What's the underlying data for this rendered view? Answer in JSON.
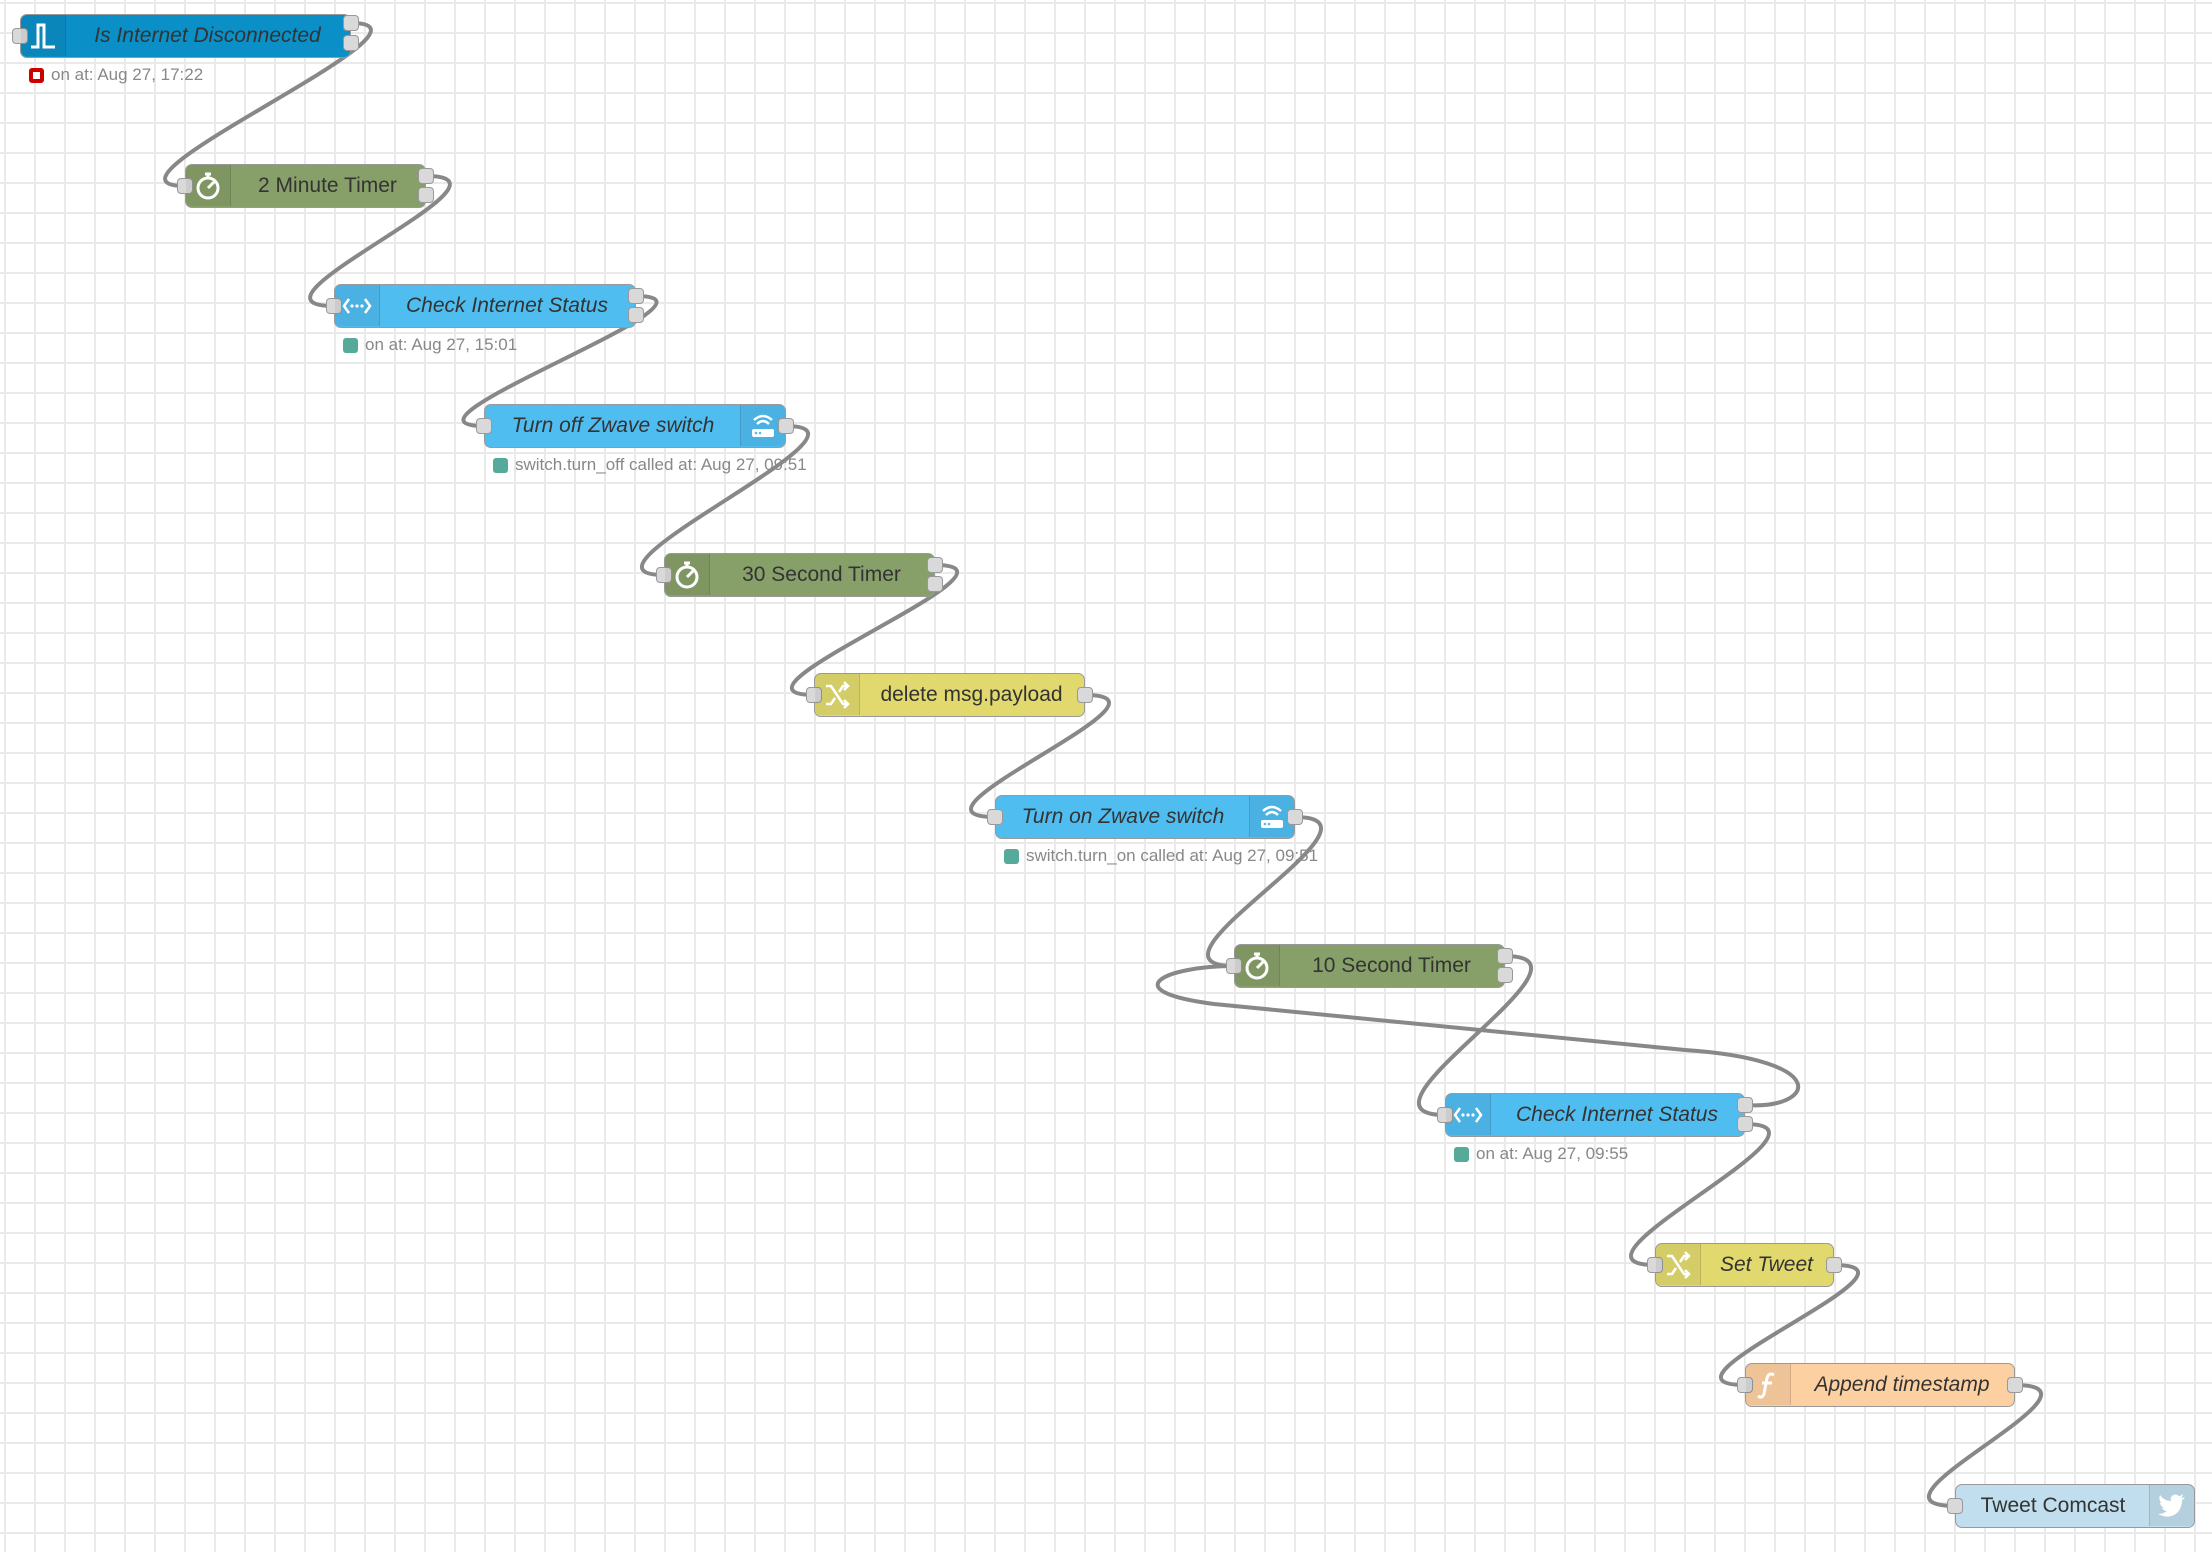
{
  "nodes": [
    {
      "id": "n1",
      "label": "Is Internet Disconnected",
      "icon": "inject-pulse-icon",
      "status": "on at: Aug 27, 17:22",
      "status_color": "red"
    },
    {
      "id": "n2",
      "label": "2 Minute Timer",
      "icon": "timer-icon"
    },
    {
      "id": "n3",
      "label": "Check Internet Status",
      "icon": "api-icon",
      "status": "on at: Aug 27, 15:01",
      "status_color": "green"
    },
    {
      "id": "n4",
      "label": "Turn off Zwave switch",
      "icon": "router-icon",
      "status": "switch.turn_off called at: Aug 27, 09:51",
      "status_color": "green"
    },
    {
      "id": "n5",
      "label": "30 Second Timer",
      "icon": "timer-icon"
    },
    {
      "id": "n6",
      "label": "delete msg.payload",
      "icon": "shuffle-icon"
    },
    {
      "id": "n7",
      "label": "Turn on Zwave switch",
      "icon": "router-icon",
      "status": "switch.turn_on called at: Aug 27, 09:51",
      "status_color": "green"
    },
    {
      "id": "n8",
      "label": "10 Second Timer",
      "icon": "timer-icon"
    },
    {
      "id": "n9",
      "label": "Check Internet Status",
      "icon": "api-icon",
      "status": "on at: Aug 27, 09:55",
      "status_color": "green"
    },
    {
      "id": "n10",
      "label": "Set Tweet",
      "icon": "shuffle-icon"
    },
    {
      "id": "n11",
      "label": "Append timestamp",
      "icon": "function-icon"
    },
    {
      "id": "n12",
      "label": "Tweet Comcast",
      "icon": "twitter-icon"
    }
  ],
  "wires": [
    [
      "n1",
      0,
      "n2"
    ],
    [
      "n2",
      0,
      "n3"
    ],
    [
      "n3",
      0,
      "n4"
    ],
    [
      "n4",
      0,
      "n5"
    ],
    [
      "n5",
      0,
      "n6"
    ],
    [
      "n6",
      0,
      "n7"
    ],
    [
      "n7",
      0,
      "n8"
    ],
    [
      "n8",
      0,
      "n9"
    ],
    [
      "n9",
      0,
      "n8"
    ],
    [
      "n9",
      1,
      "n10"
    ],
    [
      "n10",
      0,
      "n11"
    ],
    [
      "n11",
      0,
      "n12"
    ]
  ],
  "colors": {
    "wire": "#888888",
    "status_green": "#55aa99",
    "status_red": "#cc0000"
  }
}
